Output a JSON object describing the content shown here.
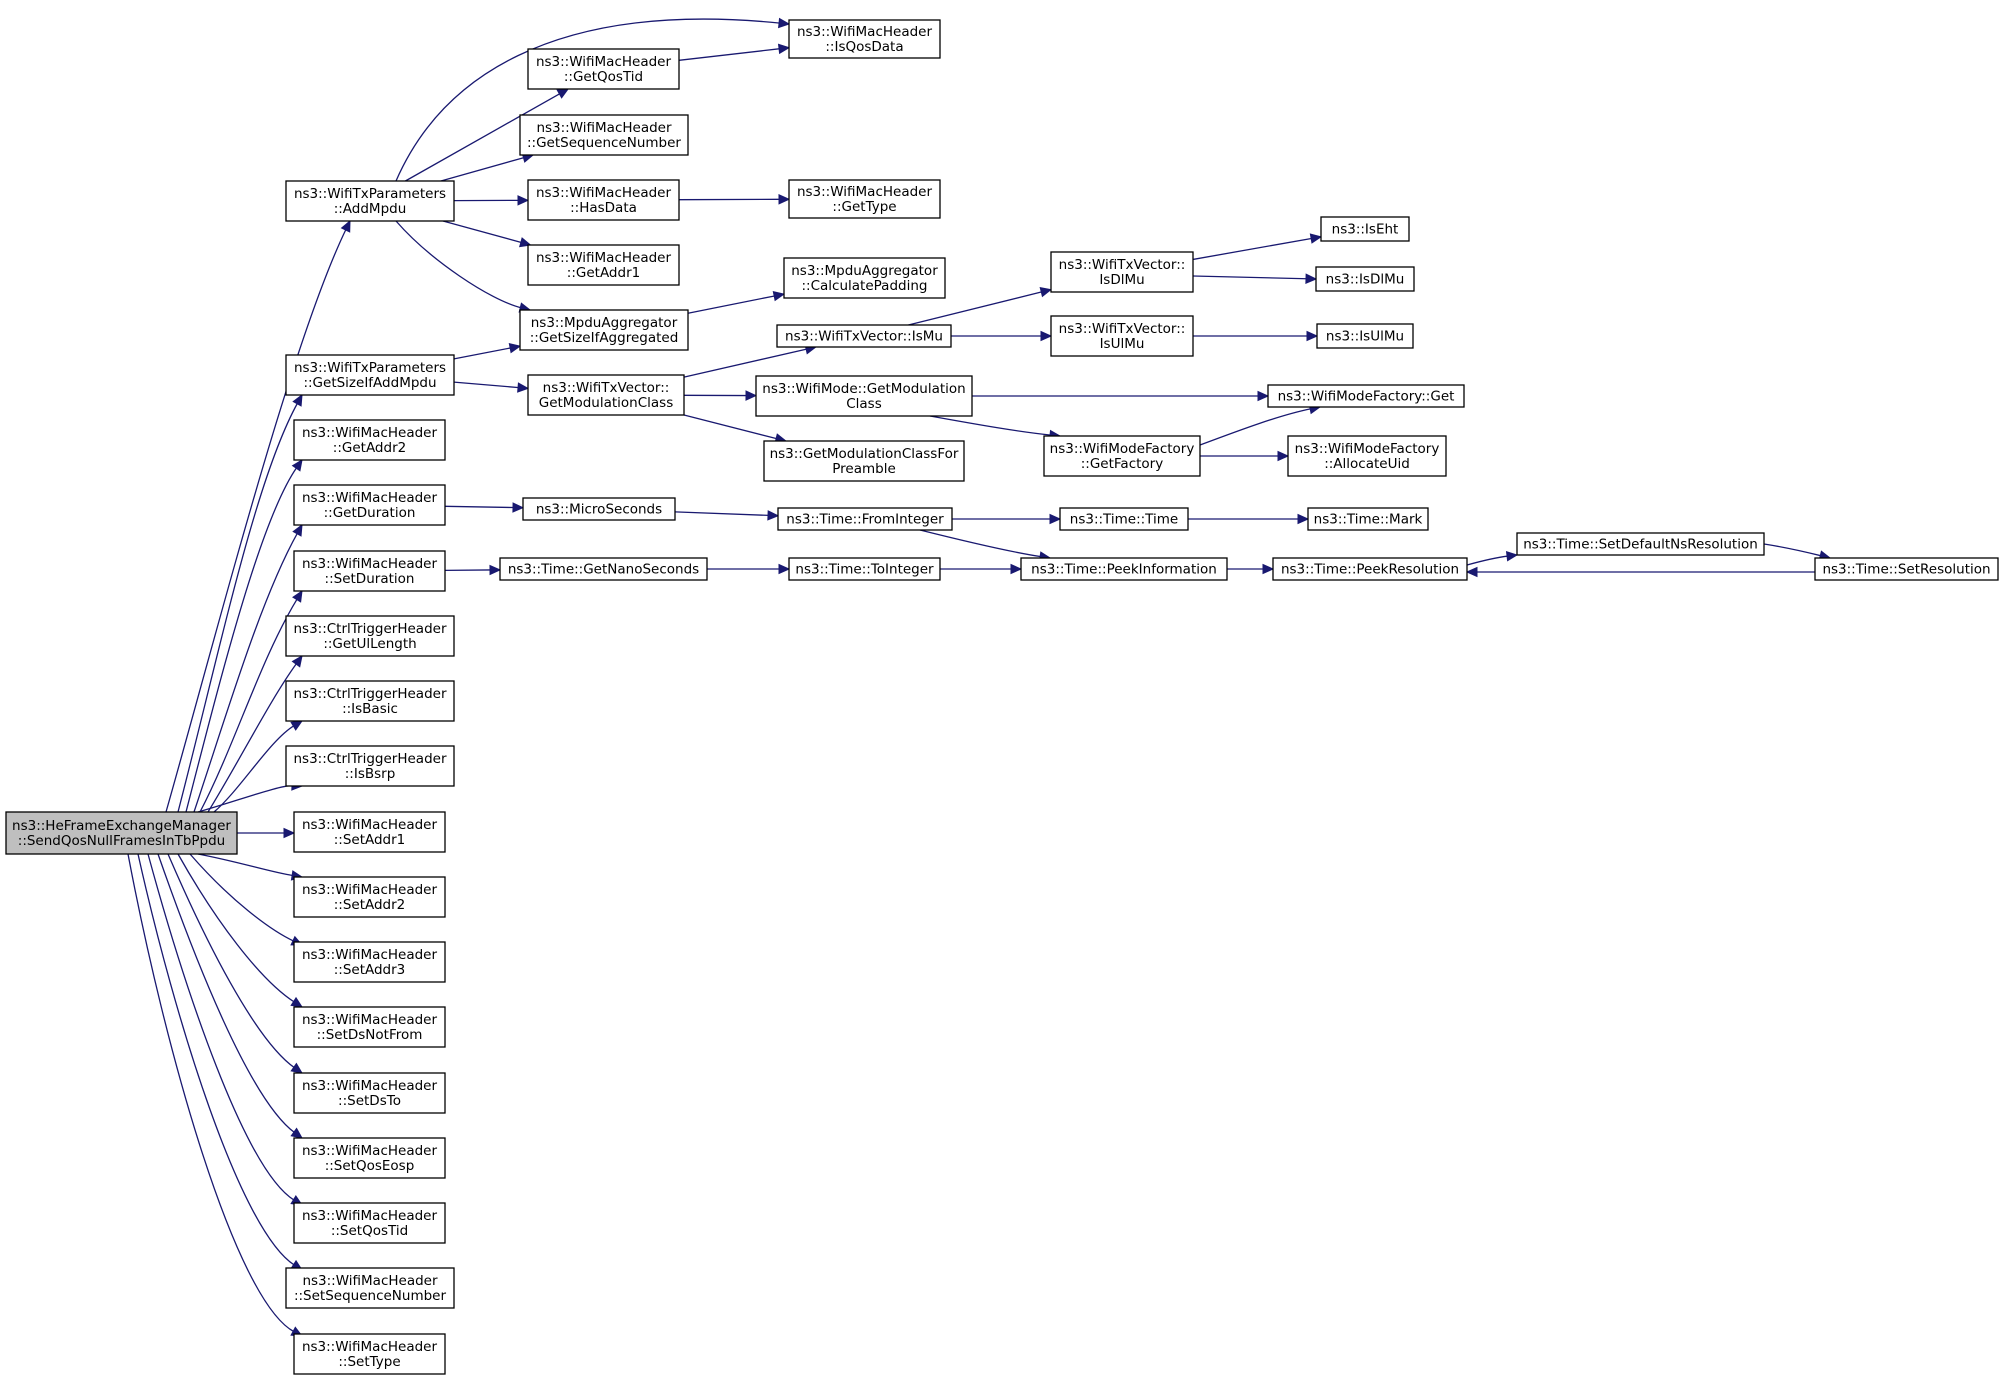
{
  "colors": {
    "edge": "#191970",
    "root_fill": "#bfbfbf",
    "node_fill": "#ffffff",
    "node_border": "#000000"
  },
  "nodes": [
    {
      "id": "root",
      "lines": [
        "ns3::HeFrameExchangeManager",
        "::SendQosNullFramesInTbPpdu"
      ],
      "root": true
    },
    {
      "id": "addMpdu",
      "lines": [
        "ns3::WifiTxParameters",
        "::AddMpdu"
      ]
    },
    {
      "id": "getSizeIfAddMpdu",
      "lines": [
        "ns3::WifiTxParameters",
        "::GetSizeIfAddMpdu"
      ]
    },
    {
      "id": "getAddr2",
      "lines": [
        "ns3::WifiMacHeader",
        "::GetAddr2"
      ]
    },
    {
      "id": "getDuration",
      "lines": [
        "ns3::WifiMacHeader",
        "::GetDuration"
      ]
    },
    {
      "id": "setDuration",
      "lines": [
        "ns3::WifiMacHeader",
        "::SetDuration"
      ]
    },
    {
      "id": "getUlLength",
      "lines": [
        "ns3::CtrlTriggerHeader",
        "::GetUlLength"
      ]
    },
    {
      "id": "isBasic",
      "lines": [
        "ns3::CtrlTriggerHeader",
        "::IsBasic"
      ]
    },
    {
      "id": "isBsrp",
      "lines": [
        "ns3::CtrlTriggerHeader",
        "::IsBsrp"
      ]
    },
    {
      "id": "setAddr1",
      "lines": [
        "ns3::WifiMacHeader",
        "::SetAddr1"
      ]
    },
    {
      "id": "setAddr2",
      "lines": [
        "ns3::WifiMacHeader",
        "::SetAddr2"
      ]
    },
    {
      "id": "setAddr3",
      "lines": [
        "ns3::WifiMacHeader",
        "::SetAddr3"
      ]
    },
    {
      "id": "setDsNotFrom",
      "lines": [
        "ns3::WifiMacHeader",
        "::SetDsNotFrom"
      ]
    },
    {
      "id": "setDsTo",
      "lines": [
        "ns3::WifiMacHeader",
        "::SetDsTo"
      ]
    },
    {
      "id": "setQosEosp",
      "lines": [
        "ns3::WifiMacHeader",
        "::SetQosEosp"
      ]
    },
    {
      "id": "setQosTid",
      "lines": [
        "ns3::WifiMacHeader",
        "::SetQosTid"
      ]
    },
    {
      "id": "setSequenceNumber",
      "lines": [
        "ns3::WifiMacHeader",
        "::SetSequenceNumber"
      ]
    },
    {
      "id": "setType",
      "lines": [
        "ns3::WifiMacHeader",
        "::SetType"
      ]
    },
    {
      "id": "getQosTid",
      "lines": [
        "ns3::WifiMacHeader",
        "::GetQosTid"
      ]
    },
    {
      "id": "isQosData",
      "lines": [
        "ns3::WifiMacHeader",
        "::IsQosData"
      ]
    },
    {
      "id": "getSequenceNumber",
      "lines": [
        "ns3::WifiMacHeader",
        "::GetSequenceNumber"
      ]
    },
    {
      "id": "hasData",
      "lines": [
        "ns3::WifiMacHeader",
        "::HasData"
      ]
    },
    {
      "id": "getType",
      "lines": [
        "ns3::WifiMacHeader",
        "::GetType"
      ]
    },
    {
      "id": "getAddr1",
      "lines": [
        "ns3::WifiMacHeader",
        "::GetAddr1"
      ]
    },
    {
      "id": "getSizeIfAggregated",
      "lines": [
        "ns3::MpduAggregator",
        "::GetSizeIfAggregated"
      ]
    },
    {
      "id": "calculatePadding",
      "lines": [
        "ns3::MpduAggregator",
        "::CalculatePadding"
      ]
    },
    {
      "id": "getModulationClass",
      "lines": [
        "ns3::WifiTxVector::",
        "GetModulationClass"
      ]
    },
    {
      "id": "txIsMu",
      "lines": [
        "ns3::WifiTxVector::IsMu"
      ]
    },
    {
      "id": "modeGetModulationClass",
      "lines": [
        "ns3::WifiMode::GetModulation",
        "Class"
      ]
    },
    {
      "id": "getModClassForPreamble",
      "lines": [
        "ns3::GetModulationClassFor",
        "Preamble"
      ]
    },
    {
      "id": "txIsDlMu",
      "lines": [
        "ns3::WifiTxVector::",
        "IsDlMu"
      ]
    },
    {
      "id": "txIsUlMu",
      "lines": [
        "ns3::WifiTxVector::",
        "IsUlMu"
      ]
    },
    {
      "id": "isEht",
      "lines": [
        "ns3::IsEht"
      ]
    },
    {
      "id": "isDlMu",
      "lines": [
        "ns3::IsDlMu"
      ]
    },
    {
      "id": "isUlMu",
      "lines": [
        "ns3::IsUlMu"
      ]
    },
    {
      "id": "factoryGet",
      "lines": [
        "ns3::WifiModeFactory::Get"
      ]
    },
    {
      "id": "getFactory",
      "lines": [
        "ns3::WifiModeFactory",
        "::GetFactory"
      ]
    },
    {
      "id": "allocateUid",
      "lines": [
        "ns3::WifiModeFactory",
        "::AllocateUid"
      ]
    },
    {
      "id": "microSeconds",
      "lines": [
        "ns3::MicroSeconds"
      ]
    },
    {
      "id": "fromInteger",
      "lines": [
        "ns3::Time::FromInteger"
      ]
    },
    {
      "id": "timeTime",
      "lines": [
        "ns3::Time::Time"
      ]
    },
    {
      "id": "timeMark",
      "lines": [
        "ns3::Time::Mark"
      ]
    },
    {
      "id": "getNanoSeconds",
      "lines": [
        "ns3::Time::GetNanoSeconds"
      ]
    },
    {
      "id": "toInteger",
      "lines": [
        "ns3::Time::ToInteger"
      ]
    },
    {
      "id": "peekInformation",
      "lines": [
        "ns3::Time::PeekInformation"
      ]
    },
    {
      "id": "peekResolution",
      "lines": [
        "ns3::Time::PeekResolution"
      ]
    },
    {
      "id": "setDefaultNsResolution",
      "lines": [
        "ns3::Time::SetDefaultNsResolution"
      ]
    },
    {
      "id": "setResolution",
      "lines": [
        "ns3::Time::SetResolution"
      ]
    }
  ],
  "edges": [
    [
      "root",
      "addMpdu"
    ],
    [
      "root",
      "getSizeIfAddMpdu"
    ],
    [
      "root",
      "getAddr2"
    ],
    [
      "root",
      "getDuration"
    ],
    [
      "root",
      "setDuration"
    ],
    [
      "root",
      "getUlLength"
    ],
    [
      "root",
      "isBasic"
    ],
    [
      "root",
      "isBsrp"
    ],
    [
      "root",
      "setAddr1"
    ],
    [
      "root",
      "setAddr2"
    ],
    [
      "root",
      "setAddr3"
    ],
    [
      "root",
      "setDsNotFrom"
    ],
    [
      "root",
      "setDsTo"
    ],
    [
      "root",
      "setQosEosp"
    ],
    [
      "root",
      "setQosTid"
    ],
    [
      "root",
      "setSequenceNumber"
    ],
    [
      "root",
      "setType"
    ],
    [
      "addMpdu",
      "isQosData"
    ],
    [
      "addMpdu",
      "getQosTid"
    ],
    [
      "addMpdu",
      "getSequenceNumber"
    ],
    [
      "addMpdu",
      "hasData"
    ],
    [
      "addMpdu",
      "getAddr1"
    ],
    [
      "addMpdu",
      "getSizeIfAggregated"
    ],
    [
      "getQosTid",
      "isQosData"
    ],
    [
      "hasData",
      "getType"
    ],
    [
      "getSizeIfAddMpdu",
      "getSizeIfAggregated"
    ],
    [
      "getSizeIfAddMpdu",
      "getModulationClass"
    ],
    [
      "getSizeIfAggregated",
      "calculatePadding"
    ],
    [
      "getModulationClass",
      "txIsMu"
    ],
    [
      "getModulationClass",
      "modeGetModulationClass"
    ],
    [
      "getModulationClass",
      "getModClassForPreamble"
    ],
    [
      "txIsMu",
      "txIsDlMu"
    ],
    [
      "txIsMu",
      "txIsUlMu"
    ],
    [
      "txIsDlMu",
      "isEht"
    ],
    [
      "txIsDlMu",
      "isDlMu"
    ],
    [
      "txIsUlMu",
      "isUlMu"
    ],
    [
      "modeGetModulationClass",
      "factoryGet"
    ],
    [
      "modeGetModulationClass",
      "getFactory"
    ],
    [
      "getFactory",
      "factoryGet"
    ],
    [
      "getFactory",
      "allocateUid"
    ],
    [
      "getDuration",
      "microSeconds"
    ],
    [
      "microSeconds",
      "fromInteger"
    ],
    [
      "fromInteger",
      "timeTime"
    ],
    [
      "fromInteger",
      "peekInformation"
    ],
    [
      "timeTime",
      "timeMark"
    ],
    [
      "setDuration",
      "getNanoSeconds"
    ],
    [
      "getNanoSeconds",
      "toInteger"
    ],
    [
      "toInteger",
      "peekInformation"
    ],
    [
      "peekInformation",
      "peekResolution"
    ],
    [
      "peekResolution",
      "setDefaultNsResolution"
    ],
    [
      "setDefaultNsResolution",
      "setResolution"
    ],
    [
      "setResolution",
      "peekResolution"
    ]
  ]
}
